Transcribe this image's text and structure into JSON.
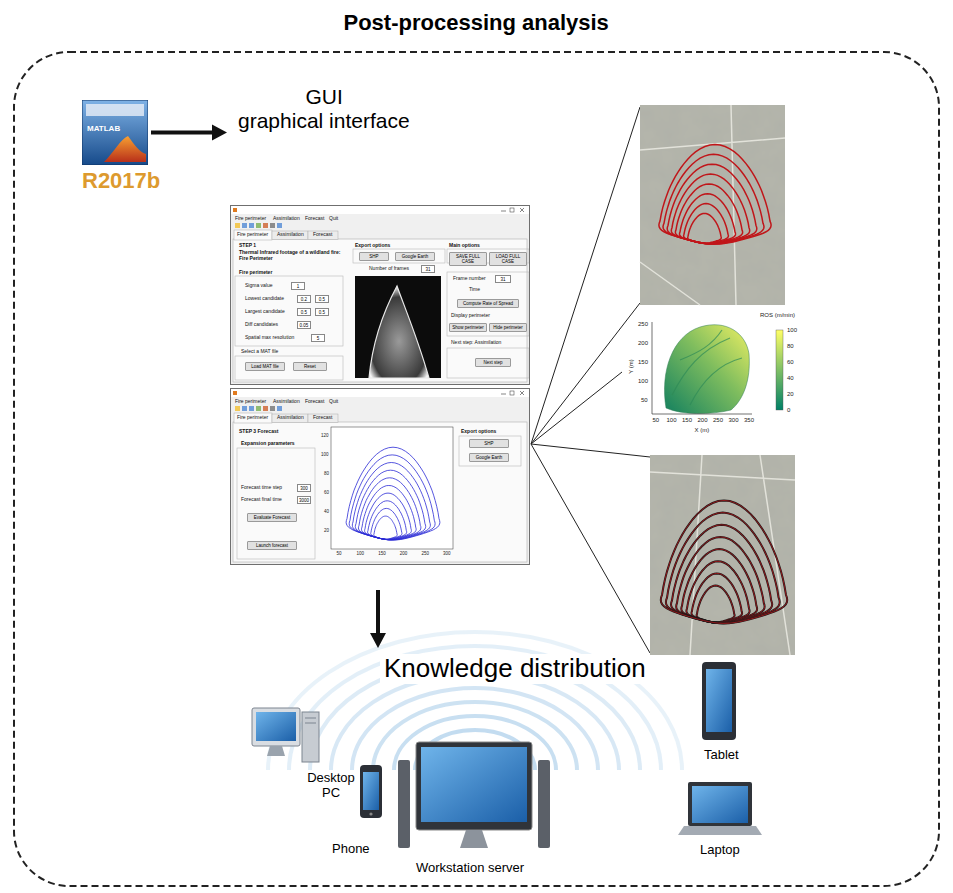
{
  "diagram": {
    "title": "Post-processing analysis",
    "nodes": [
      {
        "text": [
          "MATLAB",
          "R2017b"
        ]
      },
      {
        "text": [
          "GUI",
          "graphical interface"
        ]
      },
      {
        "text": [
          "Fire perimeter",
          "Assimilation",
          "Forecast",
          "Quit",
          "Fire perimeter",
          "Assimilation",
          "Forecast",
          "STEP 1",
          "Thermal Infrared footage of a wildland fire: Fire Perimeter",
          "Fire perimeter",
          "Sigma value",
          "1",
          "Lowest candidate",
          "0.2",
          "0.5",
          "Largest candidate",
          "0.5",
          "0.5",
          "Diff candidates",
          "0.05",
          "Spatial max resolution",
          "5",
          "Select a MAT file",
          "Load MAT file",
          "Reset",
          "Export options",
          "SHP",
          "Google Earth",
          "Number of frames",
          "31",
          "Main options",
          "SAVE FULL CASE",
          "LOAD FULL CASE",
          "Frame number",
          "31",
          "Time",
          "Compute Rate of Spread",
          "Display perimeter",
          "Show perimeter",
          "Hide perimeter",
          "Next step: Assimilation",
          "Next step"
        ],
        "in": 1
      },
      {
        "text": [
          "Fire perimeter",
          "Assimilation",
          "Forecast",
          "Quit",
          "Fire perimeter",
          "Assimilation",
          "Forecast",
          "STEP 3 Forecast",
          "Expansion parameters",
          "Forecast time step",
          "300",
          "Forecast final time",
          "3000",
          "Evaluate Forecast",
          "Launch forecast",
          "120",
          "100",
          "80",
          "60",
          "40",
          "20",
          "50",
          "100",
          "150",
          "200",
          "250",
          "300",
          "Export options",
          "SHP",
          "Google Earth"
        ],
        "in": 1
      },
      {
        "text": [
          "Knowledge distribution"
        ]
      }
    ],
    "edges": [
      {
        "from": 0,
        "to": 1,
        "arrow": "to"
      },
      {
        "from": 1,
        "to": 4,
        "arrow": "to"
      }
    ],
    "labels": [
      "ROS (m/min)",
      "100",
      "80",
      "60",
      "40",
      "20",
      "0",
      "250",
      "200",
      "150",
      "100",
      "50",
      "50",
      "100",
      "150",
      "200",
      "250",
      "300",
      "350",
      "X (m)",
      "Y (m)",
      "Desktop PC",
      "Phone",
      "Workstation server",
      "Tablet",
      "Laptop"
    ]
  }
}
